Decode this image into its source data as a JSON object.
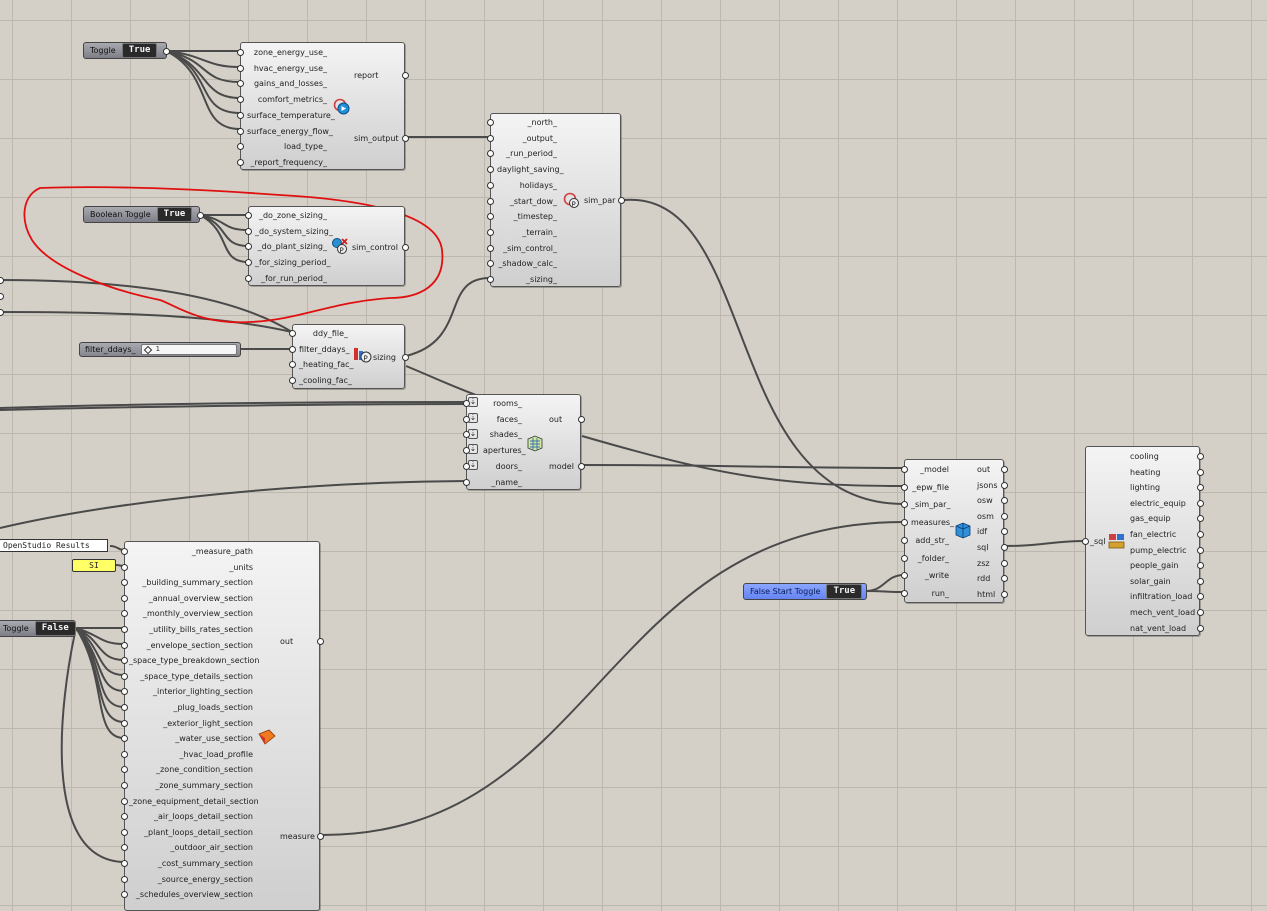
{
  "toggles": {
    "report_toggle": {
      "label": "Toggle",
      "value": "True"
    },
    "sizing_toggle": {
      "label": "Boolean Toggle",
      "value": "True"
    },
    "run_toggle": {
      "label": "False Start Toggle",
      "value": "True"
    },
    "sections_toggle": {
      "label": "Toggle",
      "value": "False"
    }
  },
  "panels": {
    "measure_path": "OpenStudio Results",
    "units": "SI"
  },
  "slider": {
    "label": "filter_ddays_",
    "value": "1"
  },
  "sim_output": {
    "inputs": [
      "zone_energy_use_",
      "hvac_energy_use_",
      "gains_and_losses_",
      "comfort_metrics_",
      "surface_temperature_",
      "surface_energy_flow_",
      "load_type_",
      "_report_frequency_"
    ],
    "outputs": [
      "report",
      "sim_output"
    ]
  },
  "sim_par": {
    "inputs": [
      "_north_",
      "_output_",
      "_run_period_",
      "daylight_saving_",
      "holidays_",
      "_start_dow_",
      "_timestep_",
      "_terrain_",
      "_sim_control_",
      "_shadow_calc_",
      "_sizing_"
    ],
    "outputs": [
      "sim_par"
    ]
  },
  "sim_control": {
    "inputs": [
      "_do_zone_sizing_",
      "_do_system_sizing_",
      "_do_plant_sizing_",
      "_for_sizing_period_",
      "_for_run_period_"
    ],
    "outputs": [
      "sim_control"
    ]
  },
  "sizing": {
    "inputs": [
      "ddy_file_",
      "filter_ddays_",
      "_heating_fac_",
      "_cooling_fac_"
    ],
    "outputs": [
      "sizing"
    ]
  },
  "model": {
    "inputs": [
      "rooms_",
      "faces_",
      "shades_",
      "apertures_",
      "doors_",
      "_name_"
    ],
    "outputs": [
      "out",
      "model"
    ]
  },
  "run_osm": {
    "inputs": [
      "_model",
      "_epw_file",
      "_sim_par_",
      "measures_",
      "add_str_",
      "_folder_",
      "_write",
      "run_"
    ],
    "outputs": [
      "out",
      "jsons",
      "osw",
      "osm",
      "idf",
      "sql",
      "zsz",
      "rdd",
      "html"
    ]
  },
  "read_results": {
    "inputs": [
      "_sql"
    ],
    "outputs": [
      "cooling",
      "heating",
      "lighting",
      "electric_equip",
      "gas_equip",
      "fan_electric",
      "pump_electric",
      "people_gain",
      "solar_gain",
      "infiltration_load",
      "mech_vent_load",
      "nat_vent_load"
    ]
  },
  "results_measure": {
    "inputs": [
      "_measure_path",
      "_units",
      "_building_summary_section",
      "_annual_overview_section",
      "_monthly_overview_section",
      "_utility_bills_rates_section",
      "_envelope_section_section",
      "_space_type_breakdown_section",
      "_space_type_details_section",
      "_interior_lighting_section",
      "_plug_loads_section",
      "_exterior_light_section",
      "_water_use_section",
      "_hvac_load_profile",
      "_zone_condition_section",
      "_zone_summary_section",
      "_zone_equipment_detail_section",
      "_air_loops_detail_section",
      "_plant_loops_detail_section",
      "_outdoor_air_section",
      "_cost_summary_section",
      "_source_energy_section",
      "_schedules_overview_section"
    ],
    "outputs": [
      "out",
      "measure"
    ]
  },
  "colors": {
    "annotation": "#e01010",
    "wire": "#4a4a4a",
    "canvas": "#d4d0c8"
  },
  "icons": [
    "report-settings-icon",
    "sim-par-icon",
    "sim-control-icon",
    "sizing-icon",
    "model-icon",
    "run-osm-icon",
    "read-results-icon",
    "results-measure-icon"
  ]
}
